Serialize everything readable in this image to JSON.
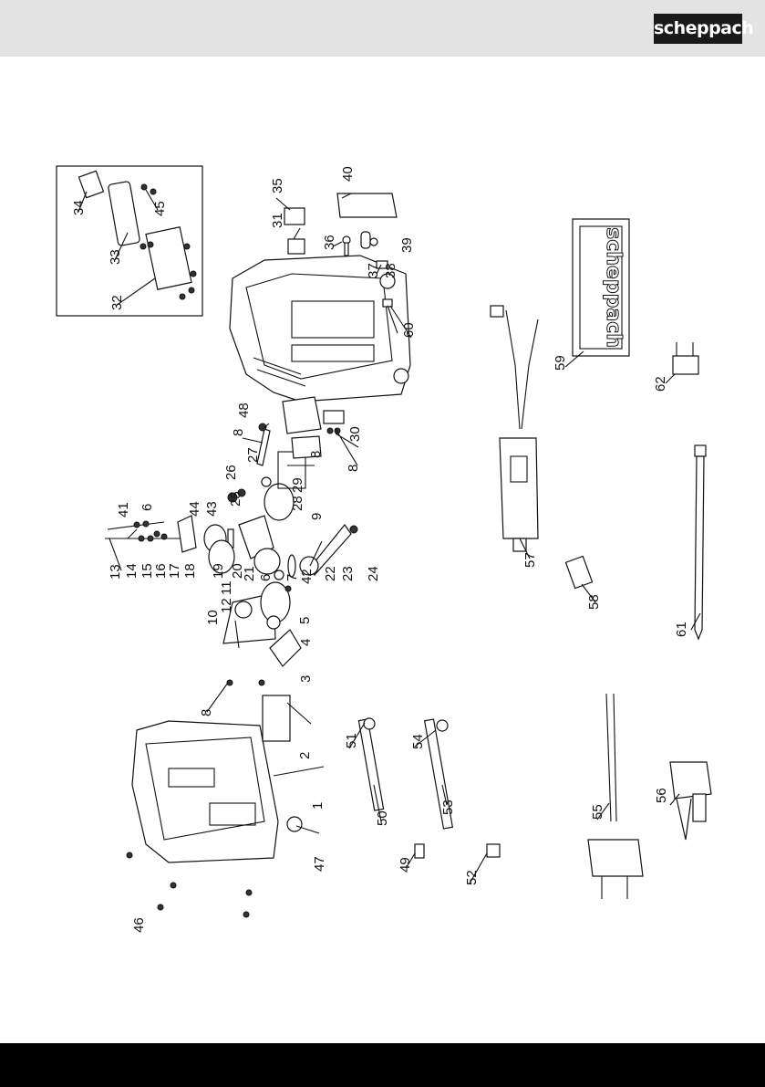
{
  "header": {
    "brand": "scheppach"
  },
  "diagram": {
    "inset_badge_text": "scheppach",
    "labels": [
      "1",
      "2",
      "3",
      "4",
      "5",
      "6",
      "7",
      "8",
      "9",
      "10",
      "11",
      "12",
      "13",
      "14",
      "15",
      "16",
      "17",
      "18",
      "19",
      "20",
      "21",
      "22",
      "23",
      "24",
      "25",
      "26",
      "27",
      "28",
      "29",
      "30",
      "31",
      "32",
      "33",
      "34",
      "35",
      "36",
      "37",
      "38",
      "39",
      "40",
      "41",
      "42",
      "43",
      "44",
      "45",
      "46",
      "47",
      "48",
      "49",
      "50",
      "51",
      "52",
      "53",
      "54",
      "55",
      "56",
      "57",
      "58",
      "59",
      "60",
      "61",
      "62"
    ]
  }
}
